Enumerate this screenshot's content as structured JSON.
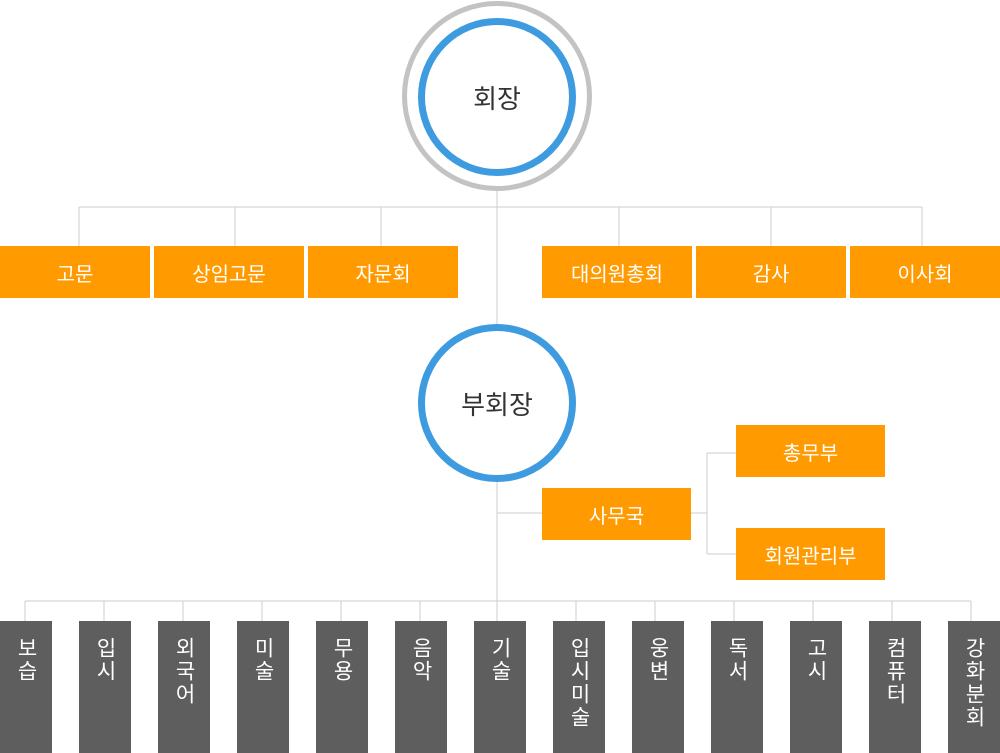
{
  "chairman": {
    "label": "회장"
  },
  "advisory_left": [
    {
      "label": "고문"
    },
    {
      "label": "상임고문"
    },
    {
      "label": "자문회"
    }
  ],
  "advisory_right": [
    {
      "label": "대의원총회"
    },
    {
      "label": "감사"
    },
    {
      "label": "이사회"
    }
  ],
  "vice_chairman": {
    "label": "부회장"
  },
  "secretariat": {
    "label": "사무국"
  },
  "secretariat_units": [
    {
      "label": "총무부"
    },
    {
      "label": "회원관리부"
    }
  ],
  "divisions": [
    {
      "label": "보습"
    },
    {
      "label": "입시"
    },
    {
      "label": "외국어"
    },
    {
      "label": "미술"
    },
    {
      "label": "무용"
    },
    {
      "label": "음악"
    },
    {
      "label": "기술"
    },
    {
      "label": "입시미술"
    },
    {
      "label": "웅변"
    },
    {
      "label": "독서"
    },
    {
      "label": "고시"
    },
    {
      "label": "컴퓨터"
    },
    {
      "label": "강화분회"
    }
  ],
  "colors": {
    "orange": "#ff9a00",
    "blue": "#3f9be0",
    "gray_ring": "#c3c3c3",
    "dark_gray": "#5e5e5e",
    "line": "#cccccc"
  }
}
